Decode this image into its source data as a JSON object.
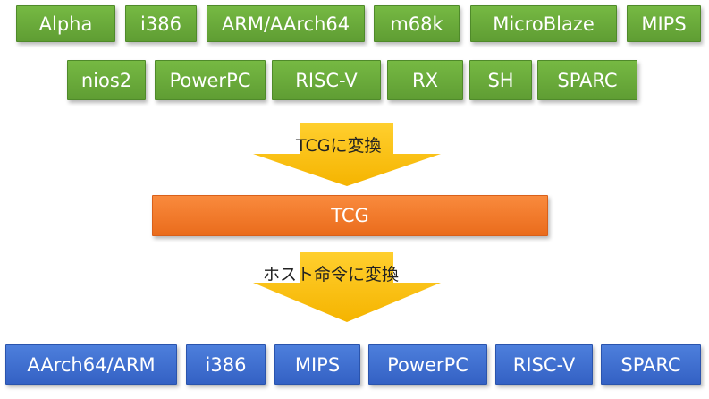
{
  "colors": {
    "guest_box": "#6aab3b",
    "host_box": "#3f6fd1",
    "ir_box": "#f47a2c",
    "arrow": "#ffc000"
  },
  "guest_row1": [
    "Alpha",
    "i386",
    "ARM/AArch64",
    "m68k",
    "MicroBlaze",
    "MIPS"
  ],
  "guest_row2": [
    "nios2",
    "PowerPC",
    "RISC-V",
    "RX",
    "SH",
    "SPARC"
  ],
  "arrow1_label": "TCGに変換",
  "ir_label": "TCG",
  "arrow2_label": "ホスト命令に変換",
  "host_row": [
    "AArch64/ARM",
    "i386",
    "MIPS",
    "PowerPC",
    "RISC-V",
    "SPARC"
  ]
}
